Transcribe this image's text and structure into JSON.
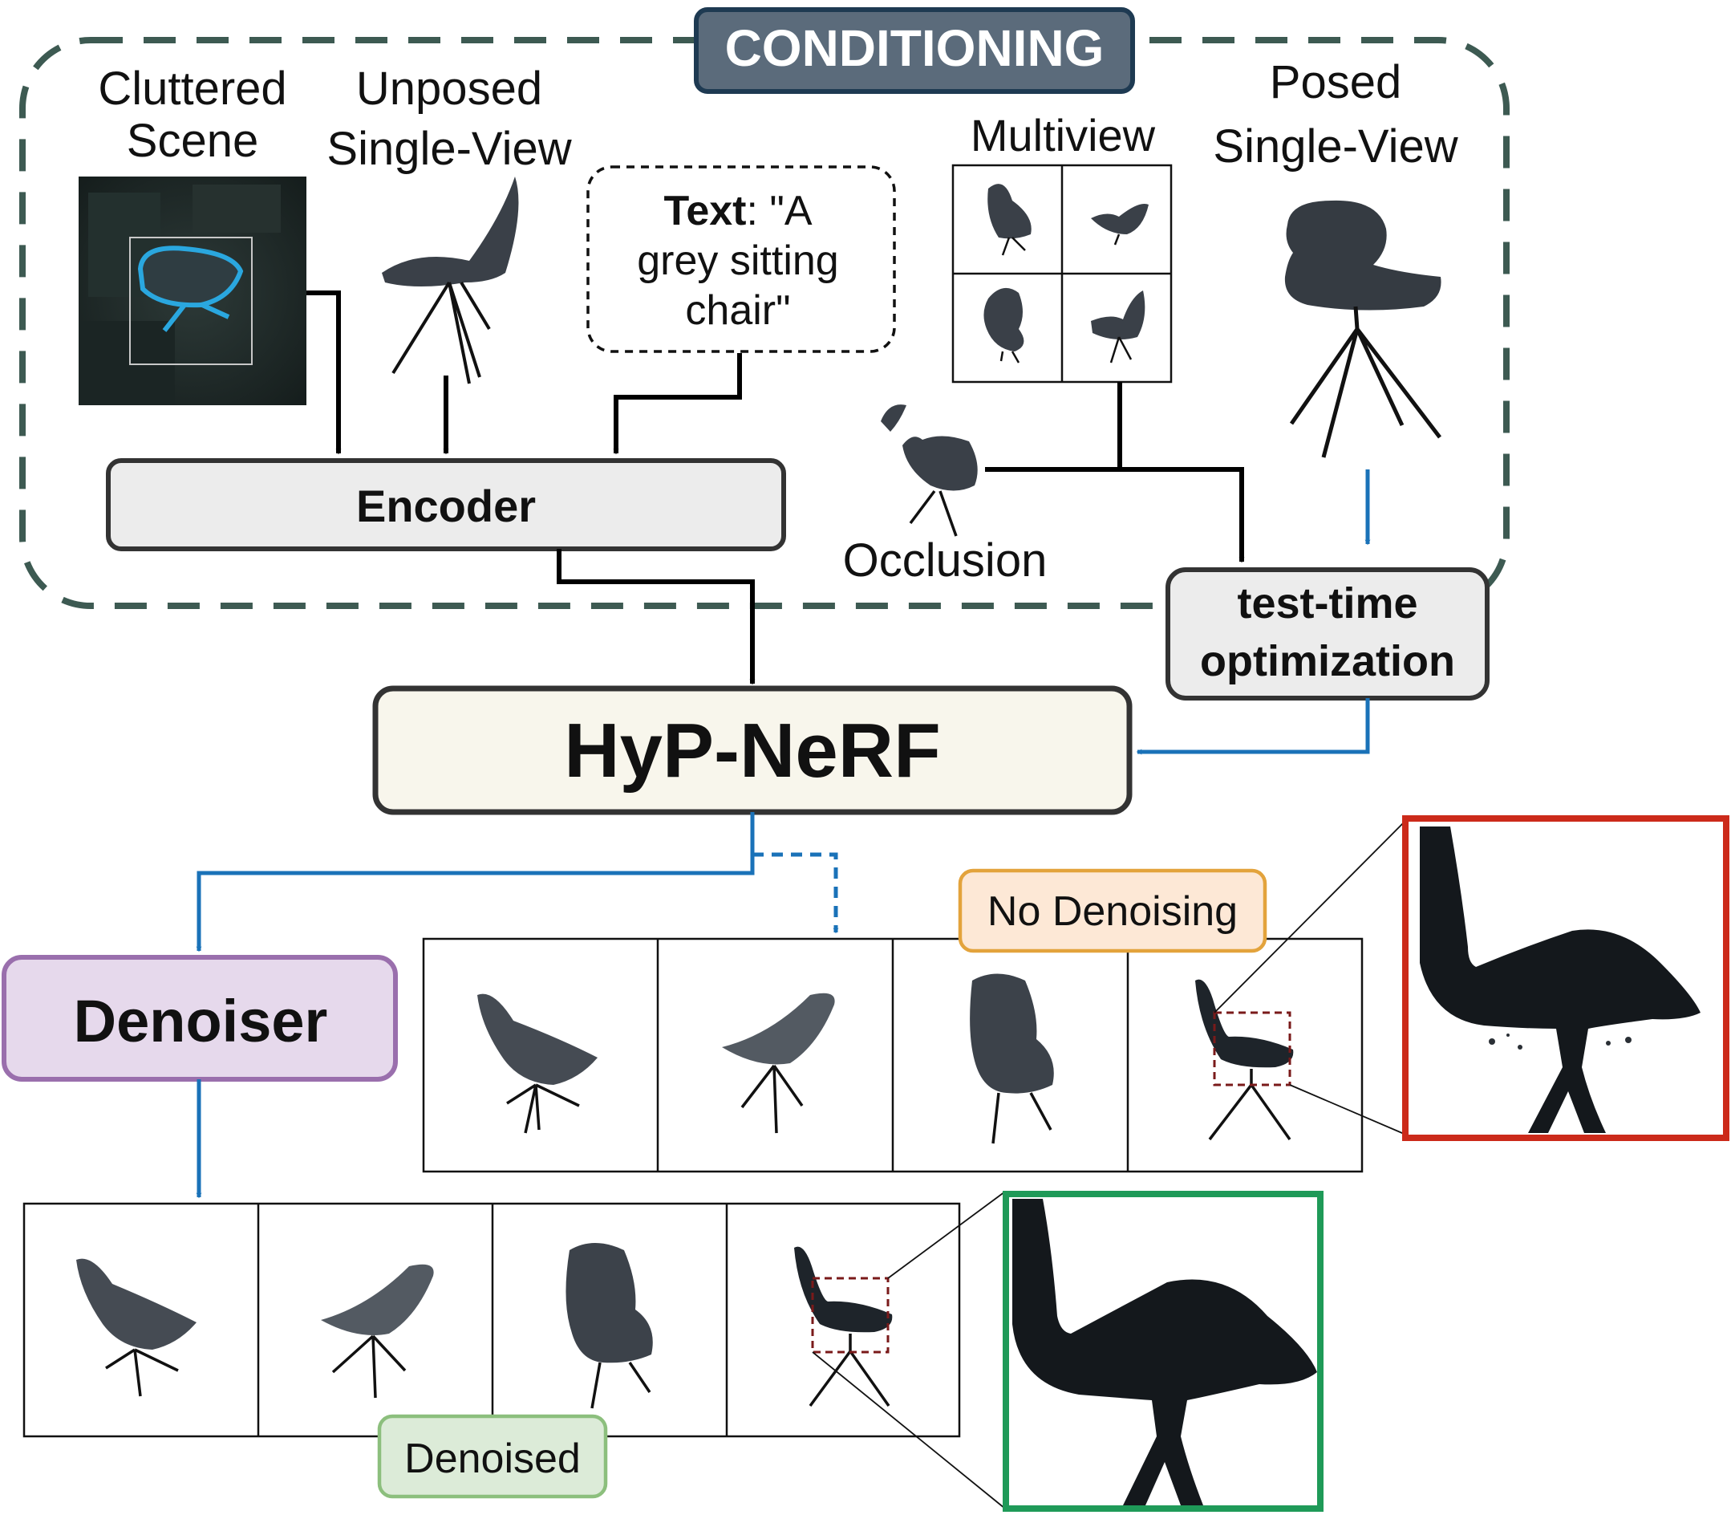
{
  "conditioning": {
    "title": "CONDITIONING",
    "cluttered_scene": [
      "Cluttered",
      "Scene"
    ],
    "unposed_single_view": [
      "Unposed",
      "Single-View"
    ],
    "text_prompt": {
      "bold": "Text",
      "lines": [
        ": \"A",
        "grey sitting",
        "chair\""
      ]
    },
    "multiview": "Multiview",
    "posed_single_view": [
      "Posed",
      "Single-View"
    ],
    "occlusion": "Occlusion",
    "encoder": "Encoder",
    "test_time_optimization": [
      "test-time",
      "optimization"
    ]
  },
  "hyp_nerf": "HyP-NeRF",
  "denoiser": "Denoiser",
  "no_denoising_label": "No Denoising",
  "denoised_label": "Denoised",
  "colors": {
    "conditioning_border": "#3d5a52",
    "conditioning_title_bg": "#5b6b7b",
    "flow_arrow_blue": "#1a72b8",
    "hyp_nerf_bg": "#f8f6ec",
    "denoiser_bg": "#e6d9ec",
    "denoiser_border": "#9a6fad",
    "no_denoising_bg": "#fde8d6",
    "no_denoising_border": "#e3a33c",
    "denoised_bg": "#dcebd8",
    "denoised_border": "#8cbf7d",
    "zoom_bad_border": "#cc2a1a",
    "zoom_good_border": "#1f9a58"
  }
}
